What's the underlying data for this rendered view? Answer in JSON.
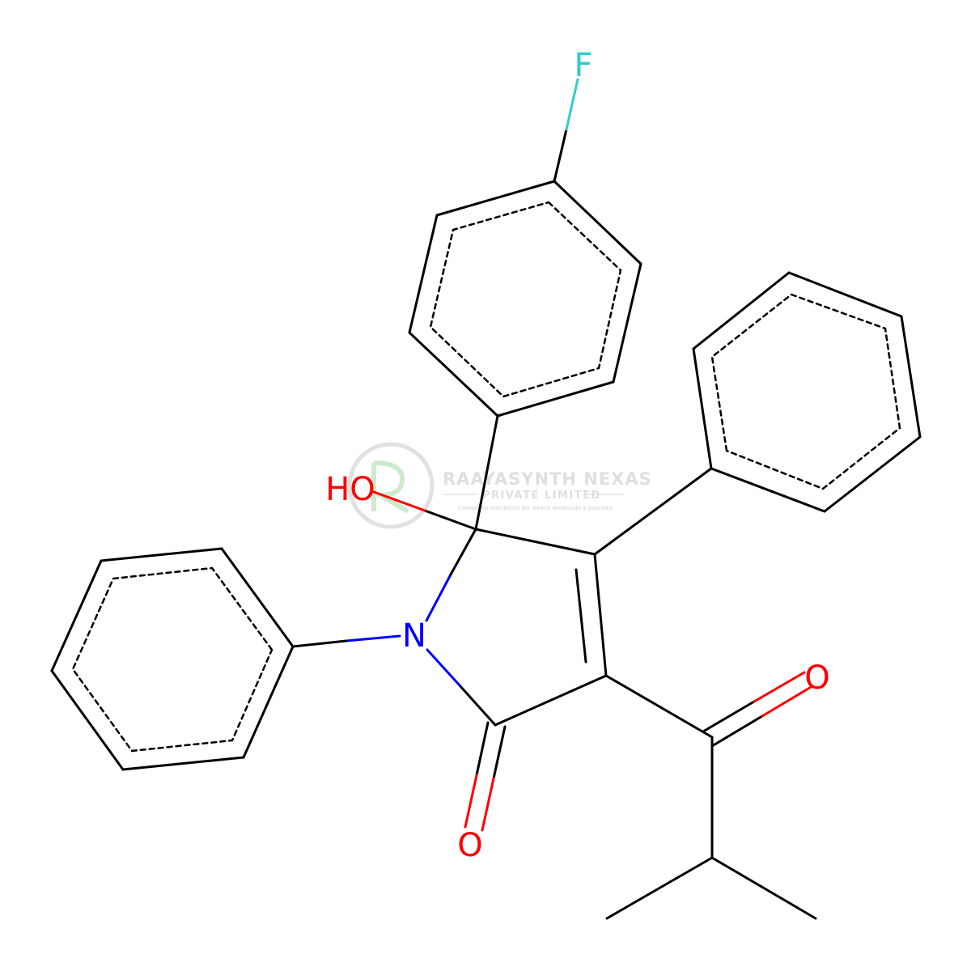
{
  "atoms": {
    "fluorine": "F",
    "hydroxyl": "HO",
    "nitrogen": "N",
    "ketone_oxygen": "O",
    "lactam_oxygen": "O"
  },
  "watermark": {
    "company": "RAAYASYNTH NEXAS",
    "subtitle": "PRIVATE LIMITED",
    "tagline": "Complete solutions for every molecule's journey"
  },
  "colors": {
    "bond": "#000000",
    "nitrogen": "#0000ff",
    "oxygen": "#ff0000",
    "fluorine": "#33cccc",
    "watermark": "#c8c8c8",
    "watermark_logo": "#9ccc9c"
  }
}
